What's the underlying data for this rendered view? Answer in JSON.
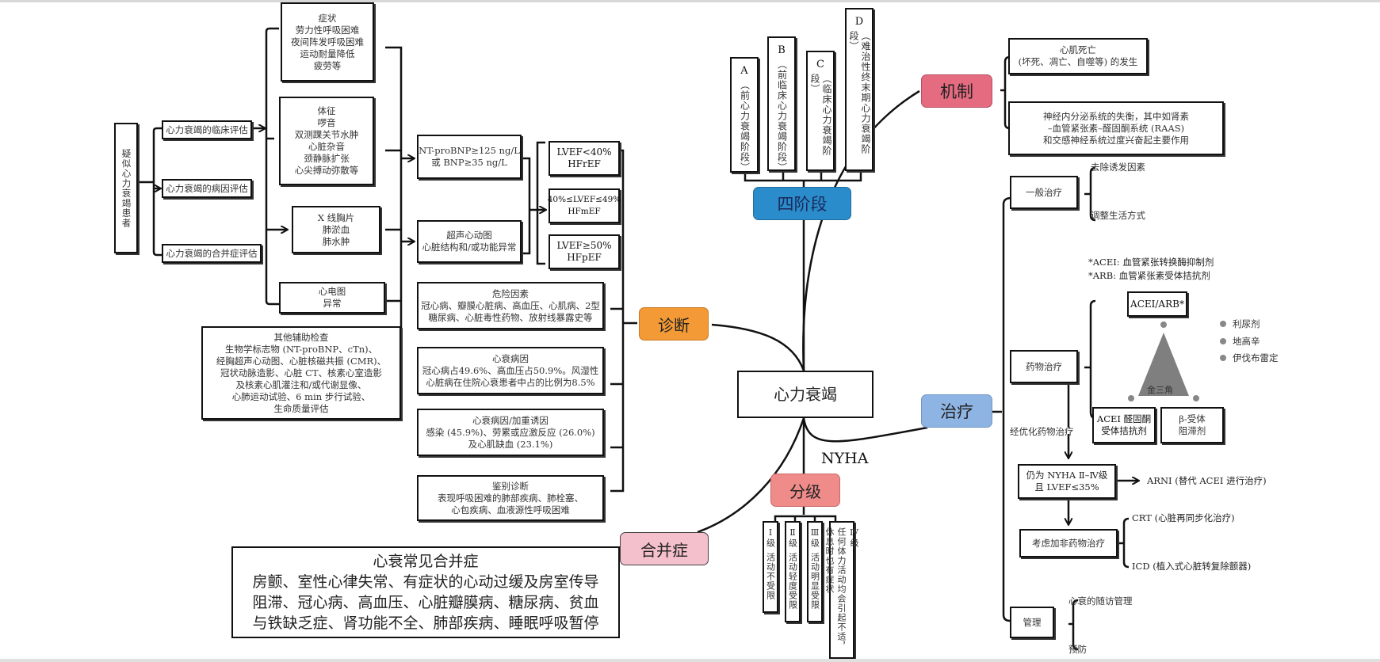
{
  "center": {
    "title": "心力衰竭"
  },
  "branches": {
    "diagnosis": {
      "label": "诊断",
      "color": "#f39a36"
    },
    "stages": {
      "label": "四阶段",
      "color": "#2b8ccb"
    },
    "mechanism": {
      "label": "机制",
      "color": "#e46b80"
    },
    "treatment": {
      "label": "治疗",
      "color": "#8eb4e3"
    },
    "grading": {
      "label": "分级",
      "color": "#ef8c8a",
      "connector_label": "NYHA"
    },
    "comorbidity": {
      "label": "合并症",
      "color": "#f4c0cb"
    }
  },
  "diagnosis": {
    "patient": "疑似心力衰竭患者",
    "evaluations": [
      "心力衰竭的临床评估",
      "心力衰竭的病因评估",
      "心力衰竭的合并症评估"
    ],
    "symptoms": [
      "症状",
      "劳力性呼吸困难",
      "夜间阵发呼吸困难",
      "运动耐量降低",
      "疲劳等"
    ],
    "signs": [
      "体征",
      "啰音",
      "双测踝关节水肿",
      "心脏杂音",
      "颈静脉扩张",
      "心尖搏动弥散等"
    ],
    "xray": [
      "X 线胸片",
      "肺淤血",
      "肺水肿"
    ],
    "ecg": [
      "心电图",
      "异常"
    ],
    "other_tests": [
      "其他辅助检查",
      "生物学标志物 (NT-proBNP、cTn)、",
      "经胸超声心动图、心脏核磁共振 (CMR)、",
      "冠状动脉造影、心脏 CT、核素心室造影",
      "及核素心肌灌注和/或代谢显像、",
      "心肺运动试验、6 min 步行试验、",
      "生命质量评估"
    ],
    "bnp": [
      "NT-proBNP≥125 ng/L",
      "或 BNP≥35 ng/L"
    ],
    "echo": [
      "超声心动图",
      "心脏结构和/或功能异常"
    ],
    "ef_types": [
      [
        "LVEF<40%",
        "HFrEF"
      ],
      [
        "40%≤LVEF≤49%",
        "HFmEF"
      ],
      [
        "LVEF≥50%",
        "HFpEF"
      ]
    ],
    "risk_factors": [
      "危险因素",
      "冠心病、瓣膜心脏病、高血压、心肌病、2型",
      "糖尿病、心脏毒性药物、放射线暴露史等"
    ],
    "etiology": [
      "心衰病因",
      "冠心病占49.6%、高血压占50.9%。风湿性",
      "心脏病在住院心衰患者中占的比例为8.5%"
    ],
    "triggers": [
      "心衰病因/加重诱因",
      "感染 (45.9%)、劳累或应激反应 (26.0%)",
      "及心肌缺血 (23.1%)"
    ],
    "differential": [
      "鉴别诊断",
      "表现呼吸困难的肺部疾病、肺栓塞、",
      "心包疾病、血液源性呼吸困难"
    ]
  },
  "stages": [
    {
      "letter": "A",
      "text": "（前心力衰竭阶段）"
    },
    {
      "letter": "B",
      "text": "（前临床心力衰竭阶段）"
    },
    {
      "letter": "C",
      "text": "（临床心力衰竭阶段）"
    },
    {
      "letter": "D",
      "text": "（难治性终末期心力衰竭阶段）"
    }
  ],
  "mechanism": {
    "items": [
      [
        "心肌死亡",
        "(坏死、凋亡、自噬等) 的发生"
      ],
      [
        "神经内分泌系统的失衡，其中如肾素",
        "–血管紧张素–醛固酮系统 (RAAS)",
        "和交感神经系统过度兴奋起主要作用"
      ]
    ]
  },
  "treatment": {
    "general": {
      "label": "一般治疗",
      "items": [
        "去除诱发因素",
        "调整生活方式"
      ]
    },
    "notes": [
      "*ACEI: 血管紧张转换酶抑制剂",
      "*ARB: 血管紧张素受体拮抗剂"
    ],
    "drug": {
      "label": "药物治疗",
      "triangle_label": "金三角",
      "top": "ACEI/ARB*",
      "bottom_left": [
        "ACEI 醛固酮",
        "受体拮抗剂"
      ],
      "bottom_right": [
        "β-受体",
        "阻滞剂"
      ],
      "extras": [
        "利尿剂",
        "地高辛",
        "伊伐布雷定"
      ]
    },
    "optimized_label": "经优化药物治疗",
    "nyha_box": [
      "仍为 NYHA Ⅱ–Ⅳ级",
      "且 LVEF≤35%"
    ],
    "arni": "ARNI (替代 ACEI 进行治疗)",
    "nondrug": {
      "label": "考虑加非药物治疗",
      "items": [
        "CRT (心脏再同步化治疗)",
        "ICD (植入式心脏转复除颤器)"
      ]
    },
    "management": {
      "label": "管理",
      "items": [
        "心衰的随访管理",
        "预防"
      ]
    }
  },
  "grading": [
    {
      "level": "Ⅰ级",
      "text": "活动不受限"
    },
    {
      "level": "Ⅱ级",
      "text": "活动轻度受限"
    },
    {
      "level": "Ⅲ级",
      "text": "活动明显受限"
    },
    {
      "level": "Ⅳ级",
      "text": "任何体力活动均会引起不适，休息时也有症状"
    }
  ],
  "comorbidity": {
    "title": "心衰常见合并症",
    "lines": [
      "房颤、室性心律失常、有症状的心动过缓及房室传导",
      "阻滞、冠心病、高血压、心脏瓣膜病、糖尿病、贫血",
      "与铁缺乏症、肾功能不全、肺部疾病、睡眠呼吸暂停"
    ]
  }
}
